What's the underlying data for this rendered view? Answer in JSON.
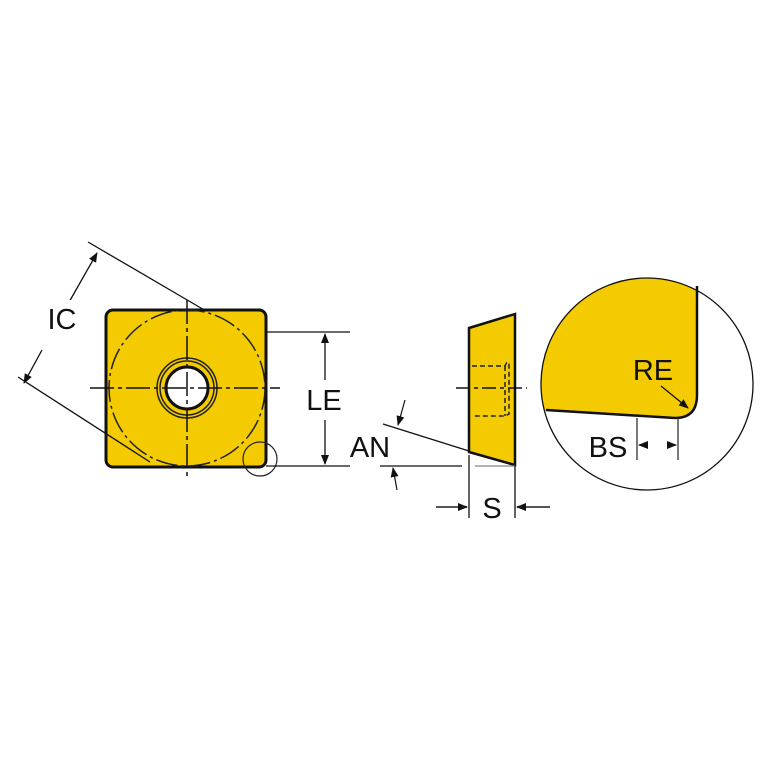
{
  "colors": {
    "insert_fill": "#f3cb00",
    "line": "#111111",
    "dim_line": "#333333"
  },
  "labels": {
    "ic": "IC",
    "le": "LE",
    "an": "AN",
    "s": "S",
    "re": "RE",
    "bs": "BS"
  }
}
